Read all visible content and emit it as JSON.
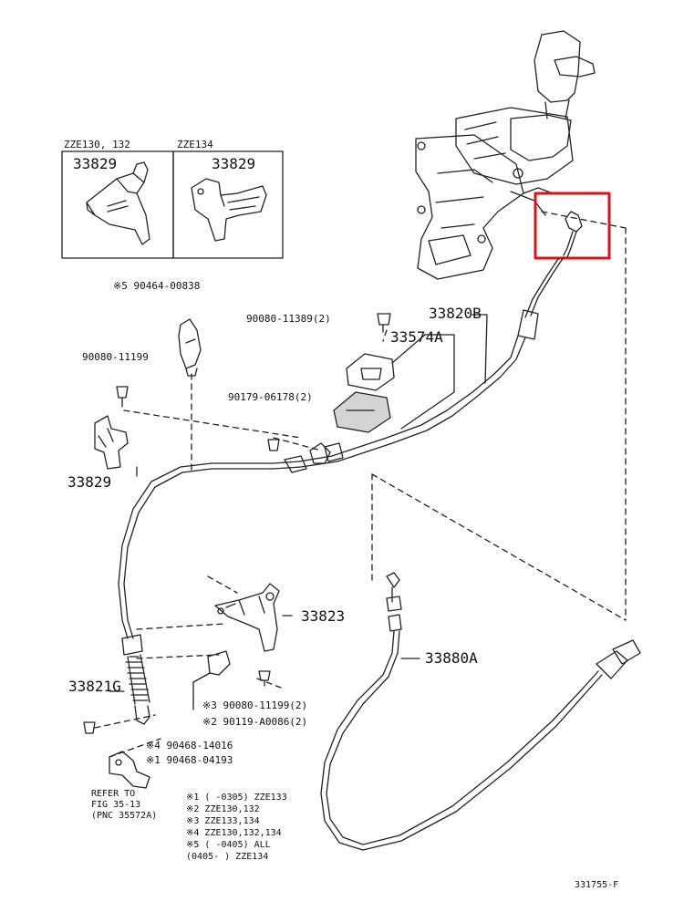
{
  "labels": {
    "variant_a": "ZZE130, 132",
    "variant_b": "ZZE134",
    "bracket_a": "33829",
    "bracket_b": "33829",
    "p_90464": "※5 90464-00838",
    "p_90080_11389": "90080-11389(2)",
    "p_33820B": "33820B",
    "p_33574A": "33574A",
    "p_90080_11199_top": "90080-11199",
    "p_90179": "90179-06178(2)",
    "p_33829_mid": "33829",
    "p_33823": "33823",
    "p_33821G": "33821G",
    "p_33880A": "33880A",
    "p_90080_11199_b": "※3 90080-11199(2)",
    "p_90119": "※2 90119-A0086(2)",
    "p_90468_14016": "※4 90468-14016",
    "p_90468_04193": "※1 90468-04193",
    "refer1": "REFER TO",
    "refer2": "FIG 35-13",
    "refer3": "(PNC 35572A)",
    "fig_id": "331755-F"
  },
  "notes": [
    "※1 (     -0305) ZZE133",
    "※2 ZZE130,132",
    "※3 ZZE133,134",
    "※4 ZZE130,132,134",
    "※5 (     -0405) ALL",
    "    (0405-      ) ZZE134"
  ],
  "highlight_color": "#e0101a"
}
